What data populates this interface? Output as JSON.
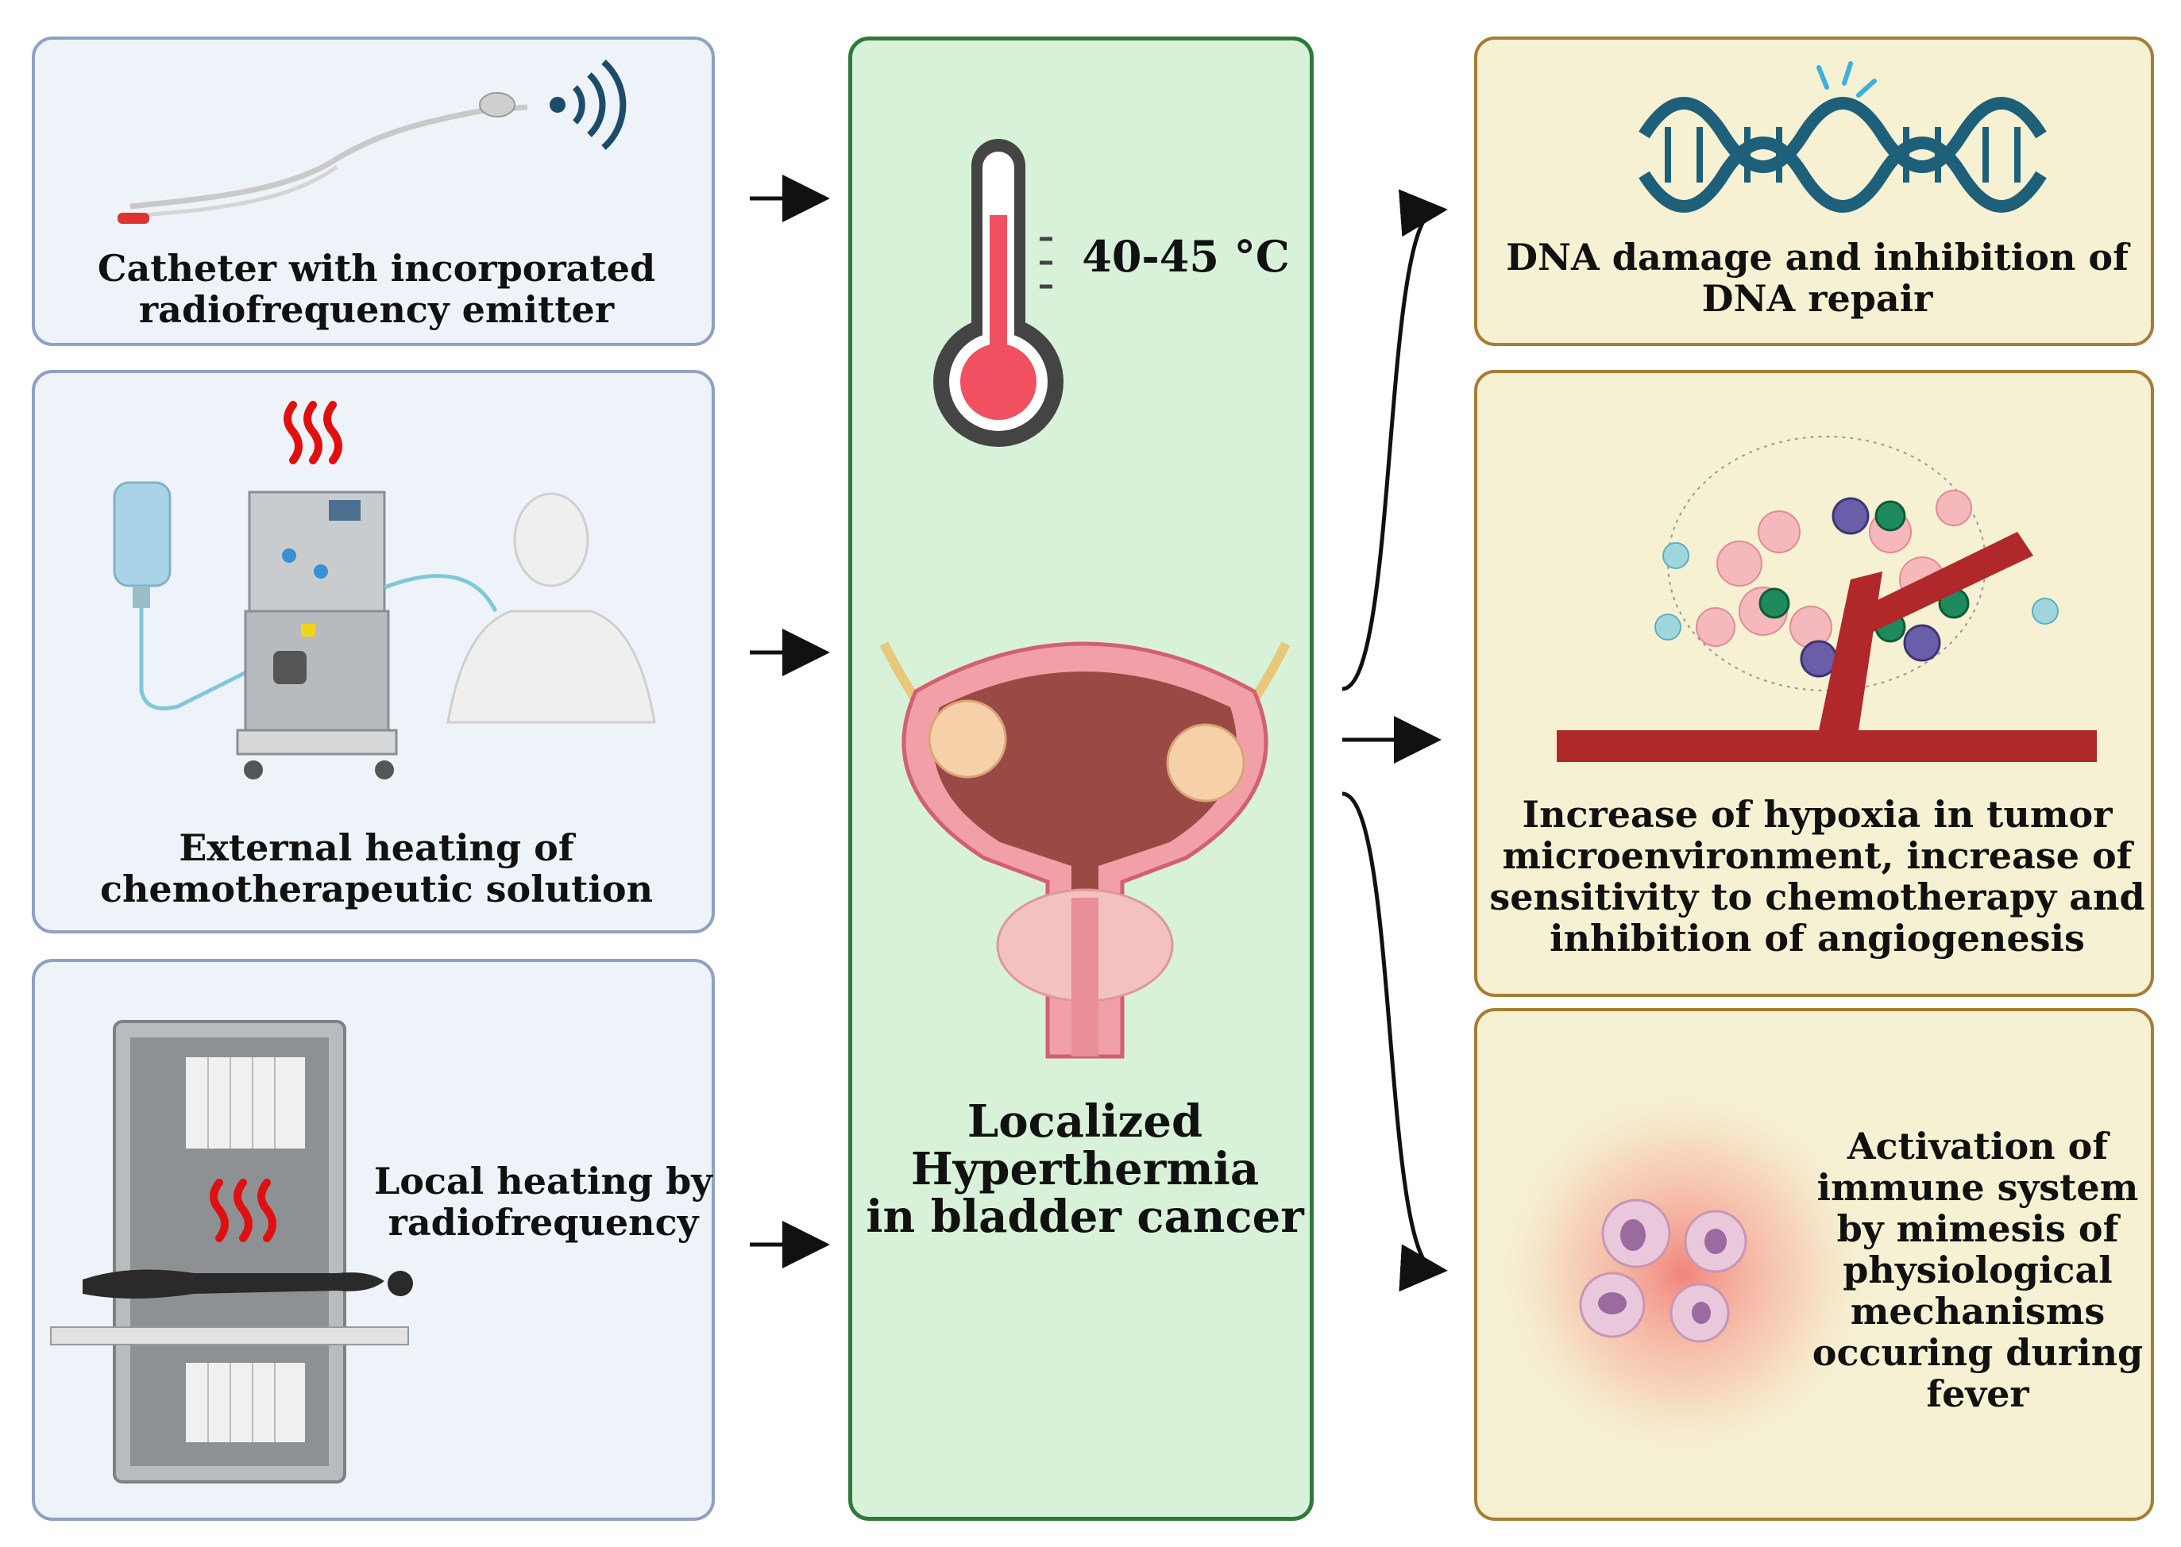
{
  "inputs": [
    {
      "label": "Catheter with incorporated\nradiofrequency emitter",
      "icon": "catheter-radiofrequency-icon"
    },
    {
      "label": "External heating of\nchemotherapeutic solution",
      "icon": "heating-machine-patient-icon"
    },
    {
      "label": "Local heating by\nradiofrequency",
      "icon": "radiofrequency-bed-icon"
    }
  ],
  "center": {
    "temperature": "40-45 °C",
    "title": "Localized\nHyperthermia\nin bladder cancer",
    "icons": [
      "thermometer-icon",
      "bladder-tumor-icon"
    ]
  },
  "effects": [
    {
      "label": "DNA damage and inhibition of\nDNA repair",
      "icon": "dna-icon"
    },
    {
      "label": "Increase of hypoxia in tumor\nmicroenvironment, increase of\nsensitivity to chemotherapy and\ninhibition of angiogenesis",
      "icon": "tumor-vessel-icon"
    },
    {
      "label": "Activation of\nimmune system\nby mimesis of\nphysiological\nmechanisms\noccuring during\nfever",
      "icon": "immune-cells-icon"
    }
  ],
  "colors": {
    "left_panel_bg": "#eef3fa",
    "left_panel_border": "#8fa0c4",
    "center_panel_bg": "#d8f2d9",
    "center_panel_border": "#2f7a3a",
    "right_panel_bg": "#f6f1d3",
    "right_panel_border": "#a67d33",
    "heat_wave": "#e01010",
    "dna": "#1e5f7a",
    "thermometer_red": "#f05060"
  }
}
